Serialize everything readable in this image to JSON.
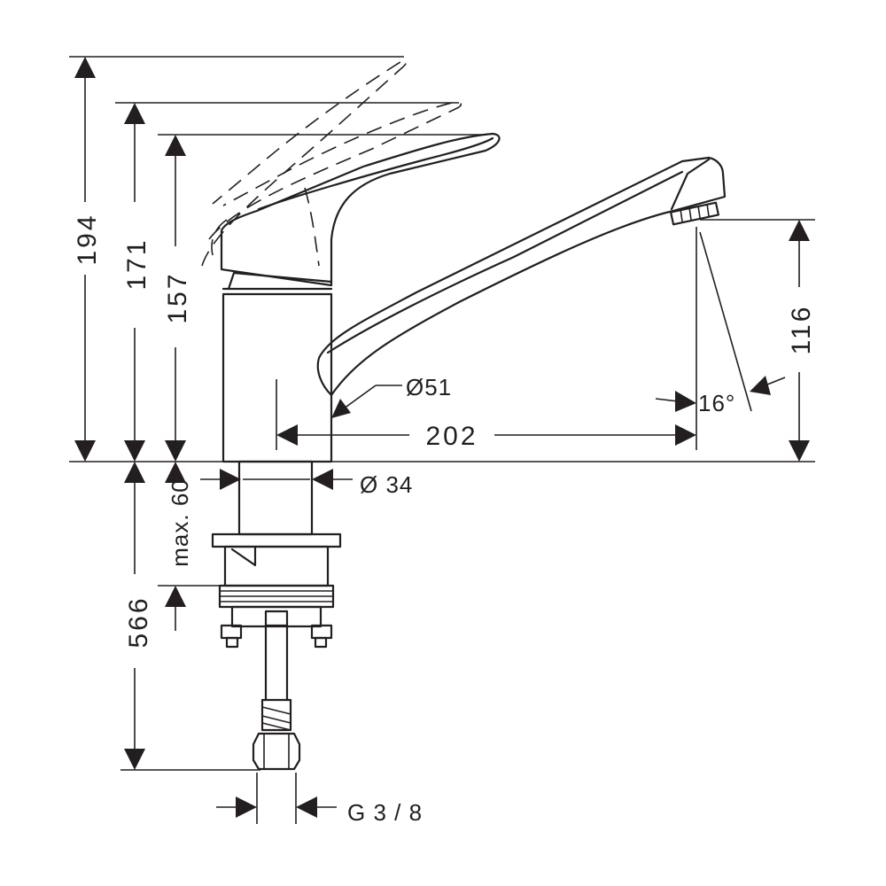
{
  "dimensions": {
    "height_lever_raised": "194",
    "height_lever_mid": "171",
    "height_body": "157",
    "spout_clearance": "116",
    "spout_reach": "202",
    "spout_diameter": "Ø51",
    "base_diameter": "Ø 34",
    "spout_angle": "16°",
    "max_deck_thickness": "max. 60",
    "hose_length": "566",
    "connection_thread": "G 3 / 8"
  }
}
